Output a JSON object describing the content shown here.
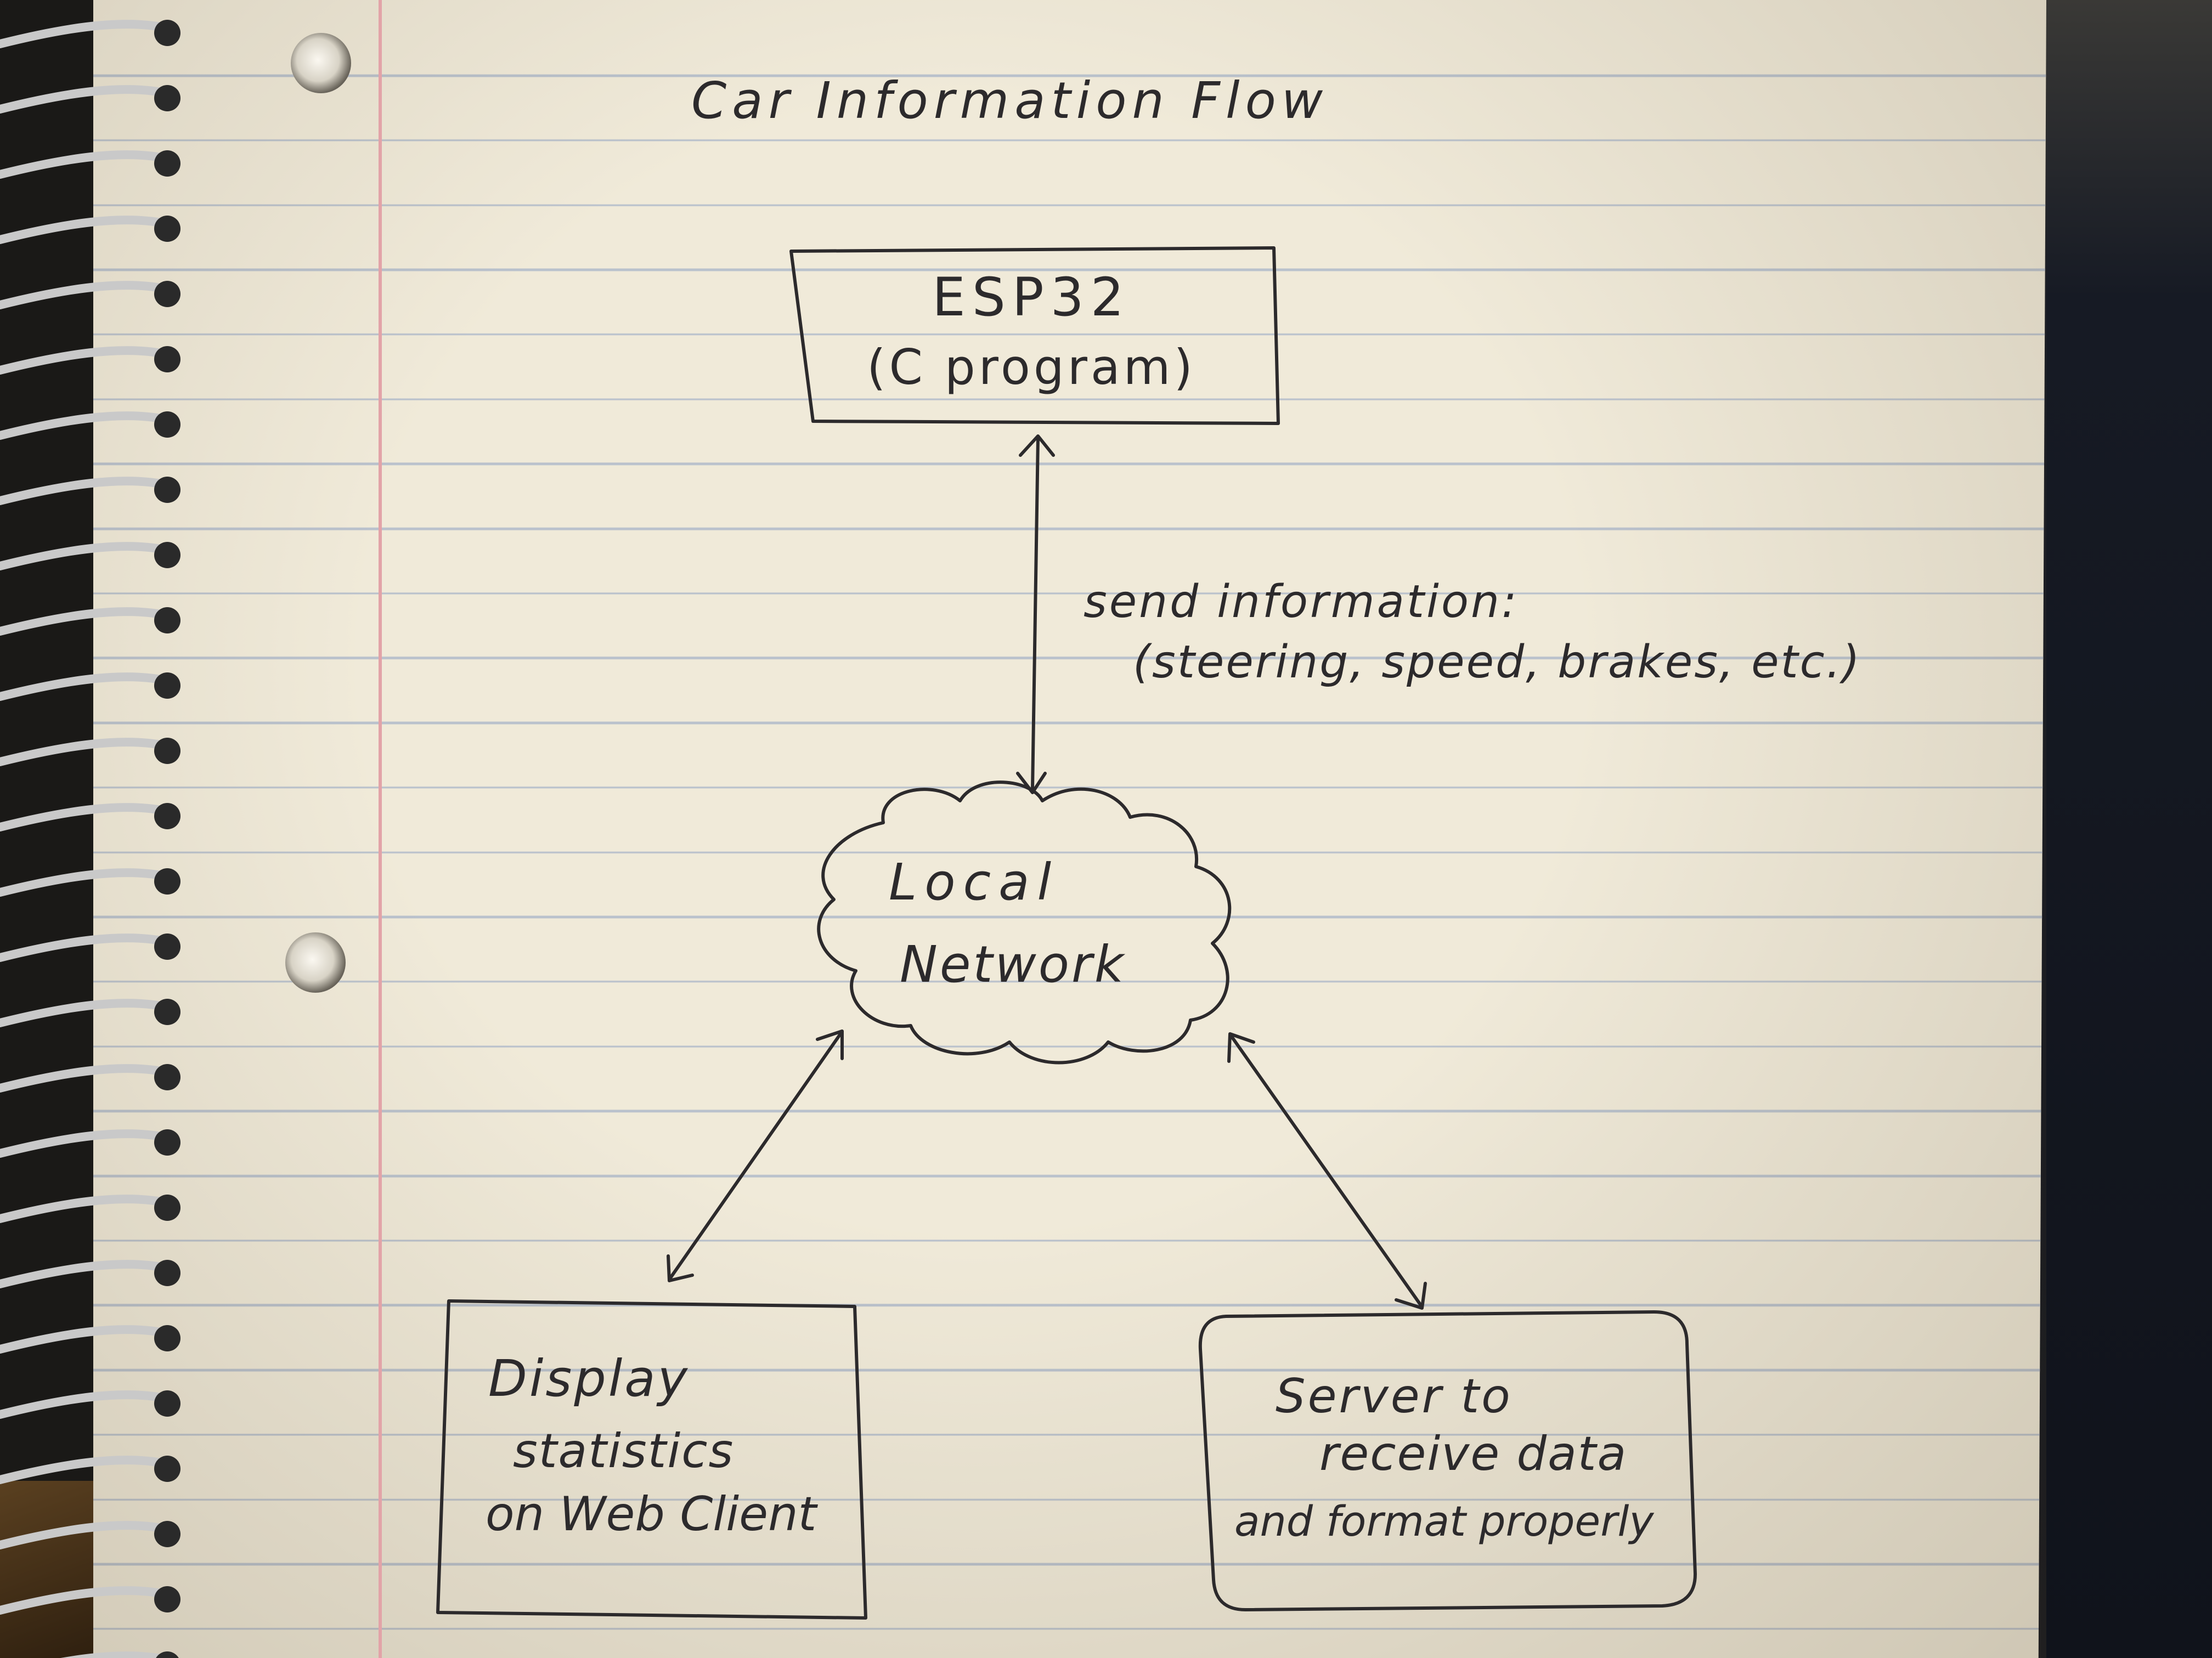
{
  "diagram": {
    "title": "Car Information Flow",
    "nodes": {
      "esp32": {
        "line1": "ESP32",
        "line2": "(C program)"
      },
      "network": {
        "line1": "Local",
        "line2": "Network"
      },
      "display": {
        "line1": "Display",
        "line2": "statistics",
        "line3": "on Web Client"
      },
      "server": {
        "line1": "Server to",
        "line2": "receive data",
        "line3": "and format properly"
      }
    },
    "edges": {
      "esp32_network": {
        "line1": "send information:",
        "line2": "(steering, speed, brakes, etc.)"
      }
    },
    "ink_color": "#2c2a2c"
  }
}
